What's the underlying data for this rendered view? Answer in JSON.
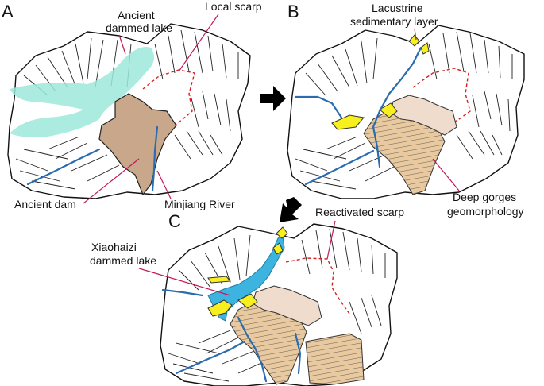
{
  "panels": [
    {
      "letter": "A"
    },
    {
      "letter": "B"
    },
    {
      "letter": "C"
    }
  ],
  "labels": {
    "ancient_dammed_lake": [
      "Ancient",
      "dammed lake"
    ],
    "local_scarp": "Local scarp",
    "ancient_dam": "Ancient dam",
    "minjiang_river": "Minjiang River",
    "lacustrine_layer": [
      "Lacustrine",
      "sedimentary layer"
    ],
    "deep_gorges": [
      "Deep gorges",
      "geomorphology"
    ],
    "reactivated_scarp": "Reactivated scarp",
    "xiaohaizi_lake": [
      "Xiaohaizi",
      "dammed lake"
    ]
  },
  "colors": {
    "ancient_lake": "#9ee8d9",
    "river": "#2b6cb0",
    "scarp": "#d62020",
    "dam": "#c9a78a",
    "lacustrine": "#f7f01e",
    "xiaohaizi_lake": "#3db3e0"
  }
}
